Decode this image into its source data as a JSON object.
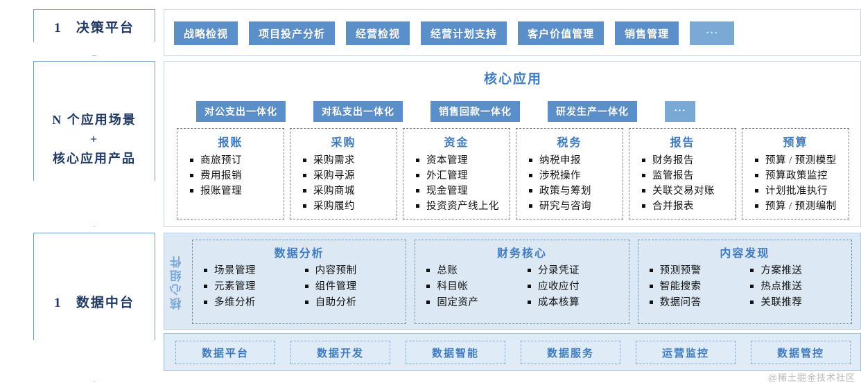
{
  "layers": [
    {
      "num": "1",
      "title": "决策平台"
    },
    {
      "num": "N",
      "line1": "N 个应用场景",
      "line2": "+",
      "line3": "核心应用产品"
    },
    {
      "num": "1",
      "title": "数据中台"
    }
  ],
  "decision_platform": {
    "buttons": [
      "战略检视",
      "项目投产分析",
      "经营检视",
      "经营计划支持",
      "客户价值管理",
      "销售管理",
      "···"
    ]
  },
  "core_application": {
    "title": "核心应用",
    "scenarios": [
      "对公支出一体化",
      "对私支出一体化",
      "销售回款一体化",
      "研发生产一体化",
      "···"
    ],
    "cards": [
      {
        "title": "报账",
        "items": [
          "商旅预订",
          "费用报销",
          "报账管理"
        ]
      },
      {
        "title": "采购",
        "items": [
          "采购需求",
          "采购寻源",
          "采购商城",
          "采购履约"
        ]
      },
      {
        "title": "资金",
        "items": [
          "资本管理",
          "外汇管理",
          "现金管理",
          "投资资产线上化"
        ]
      },
      {
        "title": "税务",
        "items": [
          "纳税申报",
          "涉税操作",
          "政策与筹划",
          "研究与咨询"
        ]
      },
      {
        "title": "报告",
        "items": [
          "财务报告",
          "监管报告",
          "关联交易对账",
          "合并报表"
        ]
      },
      {
        "title": "预算",
        "items": [
          "预算 / 预测模型",
          "预算政策监控",
          "计划批准执行",
          "预算 / 预测编制"
        ]
      }
    ]
  },
  "data_platform": {
    "vertical_label": "核心组件",
    "groups": [
      {
        "title": "数据分析",
        "col1": [
          "场景管理",
          "元素管理",
          "多维分析"
        ],
        "col2": [
          "内容预制",
          "组件管理",
          "自助分析"
        ]
      },
      {
        "title": "财务核心",
        "col1": [
          "总账",
          "科目帐",
          "固定资产"
        ],
        "col2": [
          "分录凭证",
          "应收应付",
          "成本核算"
        ]
      },
      {
        "title": "内容发现",
        "col1": [
          "预测预警",
          "智能搜索",
          "数据问答"
        ],
        "col2": [
          "方案推送",
          "热点推送",
          "关联推荐"
        ]
      }
    ],
    "foundation": [
      "数据平台",
      "数据开发",
      "数据智能",
      "数据服务",
      "运营监控",
      "数据管控"
    ]
  },
  "watermark": "@稀土掘金技术社区",
  "colors": {
    "button_blue": "#5b8fc9",
    "button_blue_light": "#7aa9d6",
    "title_blue": "#3f7bbf",
    "panel_light_blue": "#dce9f5",
    "chevron_border": "#6b9bc8",
    "chevron_text": "#1f3864"
  }
}
